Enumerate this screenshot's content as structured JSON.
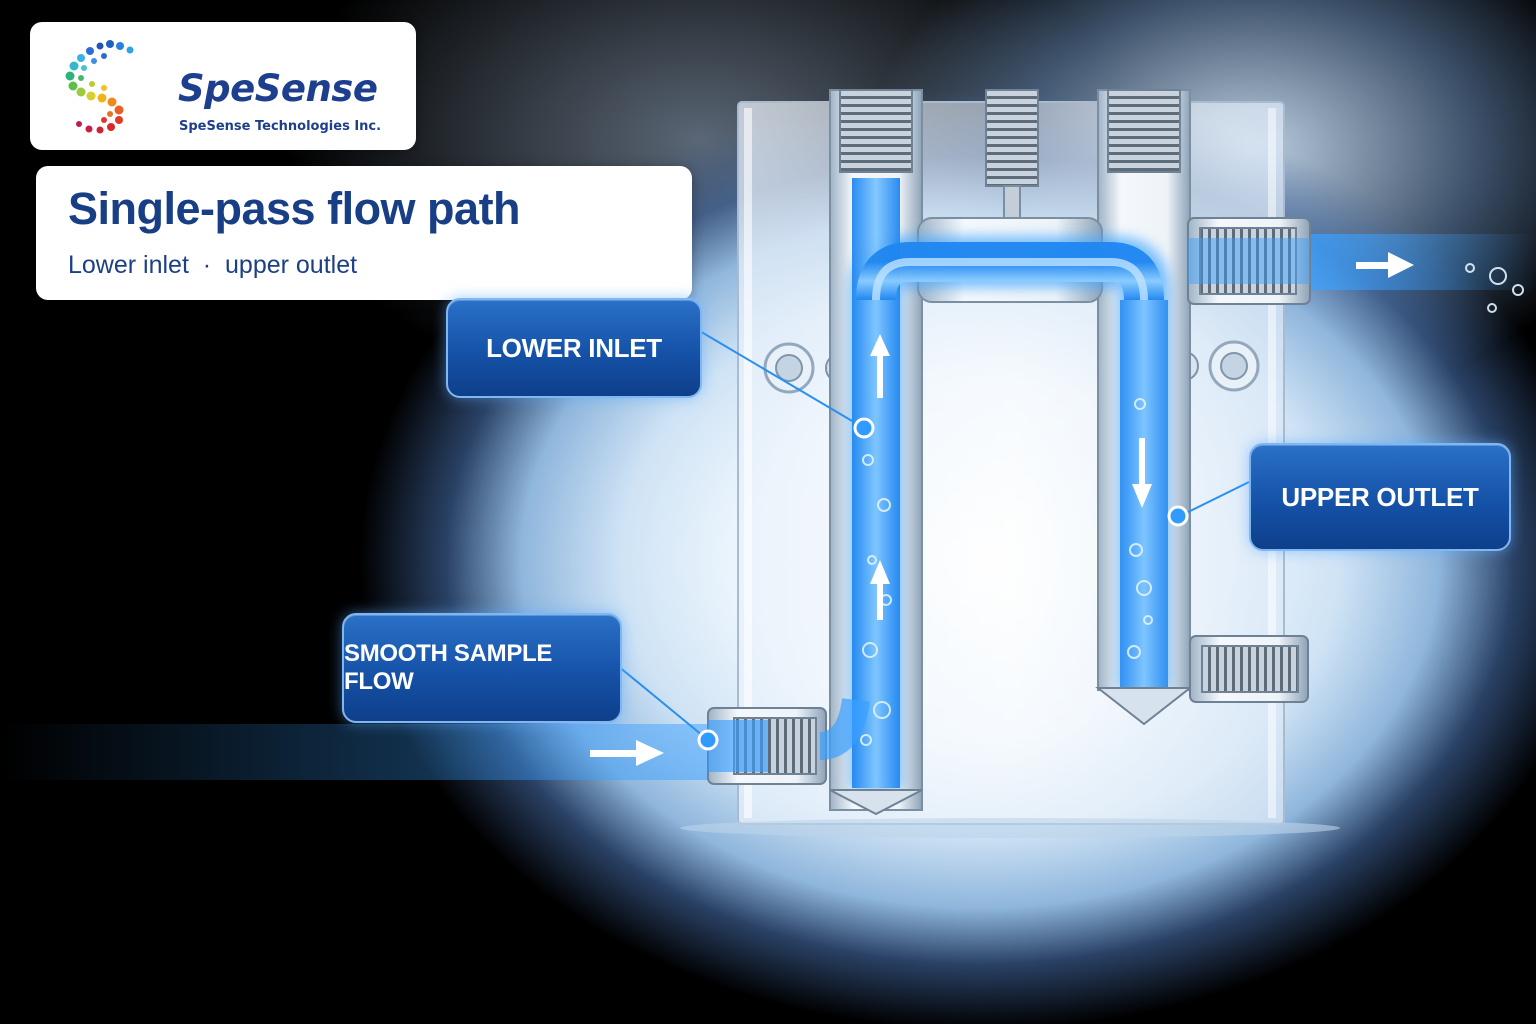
{
  "logo": {
    "name": "SpeSense",
    "company": "SpeSense Technologies Inc."
  },
  "header": {
    "title": "Single-pass flow path",
    "subtitle": "Lower inlet  ·  upper outlet"
  },
  "callouts": {
    "lower_inlet": "LOWER INLET",
    "upper_outlet": "UPPER OUTLET",
    "smooth_flow": "SMOOTH SAMPLE FLOW"
  },
  "colors": {
    "brand_navy": "#1d3f8e",
    "callout_blue": "#1552a8",
    "flow_blue": "#2f9bff"
  }
}
